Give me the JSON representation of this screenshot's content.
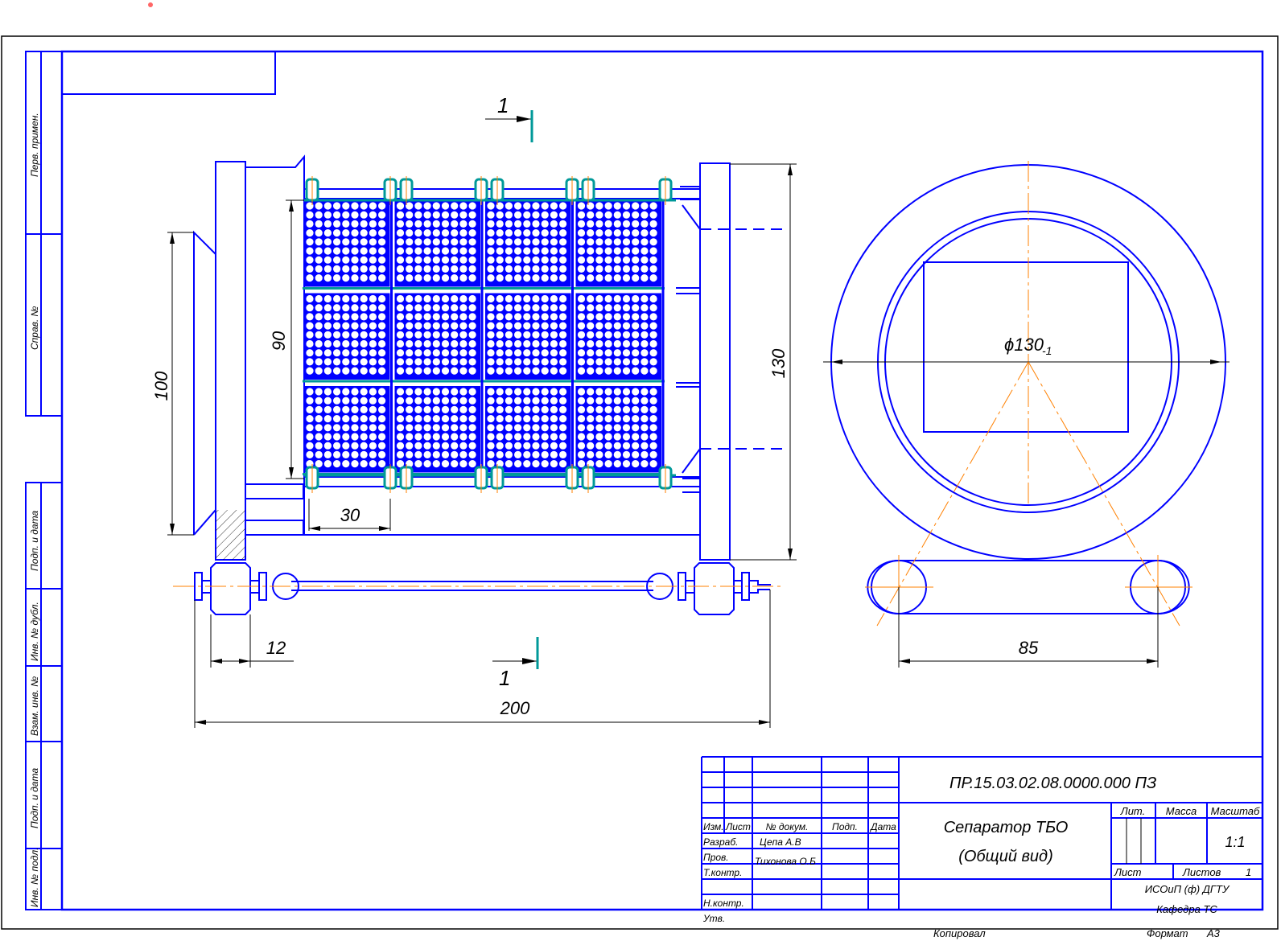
{
  "drawing": {
    "colors": {
      "outline": "#0000ff",
      "dimension": "#000000",
      "axis": "#ff8000",
      "section_mark": "#009999",
      "marker": "#ff6666"
    },
    "front_view": {
      "grid_rows": 3,
      "grid_cols": 4,
      "dimensions": {
        "height_left": "100",
        "screen_height": "90",
        "cell_width": "30",
        "frame_height": "130",
        "bearing_width": "12",
        "overall_length": "200"
      },
      "section_marks": {
        "top_label": "1",
        "bottom_label": "1"
      }
    },
    "side_view": {
      "diameter_label": "ϕ130",
      "diameter_tolerance": "-1",
      "roller_spacing": "85"
    },
    "side_stamp": {
      "top": [
        "Перв. примен.",
        "Справ. №"
      ],
      "bottom": [
        "Подп. и дата",
        "Инв. № дубл.",
        "Взам. инв. №",
        "Подп. и дата",
        "Инв. № подл."
      ]
    }
  },
  "title_block": {
    "document_code": "ПР.15.03.02.08.0000.000 ПЗ",
    "title_line1": "Сепаратор ТБО",
    "title_line2": "(Общий вид)",
    "headers": {
      "izm": "Изм.",
      "list": "Лист",
      "doc_no": "№ докум.",
      "sign": "Подп.",
      "date": "Дата"
    },
    "roles": [
      {
        "role": "Разраб.",
        "name": "Цепа А.В"
      },
      {
        "role": "Пров.",
        "name": "Тихонова О.Б"
      },
      {
        "role": "Т.контр.",
        "name": ""
      },
      {
        "role": "",
        "name": ""
      },
      {
        "role": "Н.контр.",
        "name": ""
      },
      {
        "role": "Утв.",
        "name": ""
      }
    ],
    "lit_label": "Лит.",
    "mass_label": "Масса",
    "scale_label": "Масштаб",
    "scale_value": "1:1",
    "sheet_label": "Лист",
    "sheets_label": "Листов",
    "sheets_value": "1",
    "organization": "ИСОиП (ф) ДГТУ",
    "department": "Кафедра ТС",
    "copied_label": "Копировал",
    "format_label": "Формат",
    "format_value": "А3"
  }
}
